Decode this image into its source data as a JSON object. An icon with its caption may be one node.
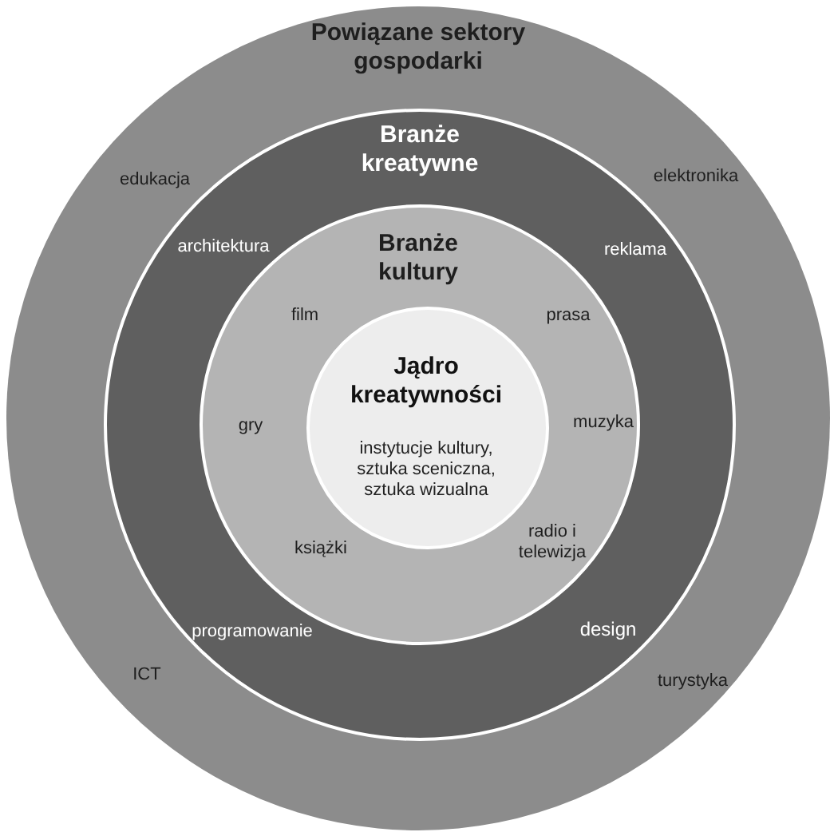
{
  "diagram": {
    "nodes": [
      {
        "text": [
          "Powiązane sektory gospodarki"
        ]
      },
      {
        "text": [
          "Branże kreatywne"
        ],
        "in": 0
      },
      {
        "text": [
          "Branże kultury"
        ],
        "in": 1
      },
      {
        "text": [
          "Jądro kreatywności",
          "instytucje kultury, sztuka sceniczna, sztuka wizualna"
        ],
        "in": 2
      }
    ],
    "labels": [
      "edukacja",
      "elektronika",
      "architektura",
      "reklama",
      "film",
      "prasa",
      "gry",
      "muzyka",
      "książki",
      "radio i telewizja",
      "programowanie",
      "design",
      "ICT",
      "turystyka"
    ]
  }
}
